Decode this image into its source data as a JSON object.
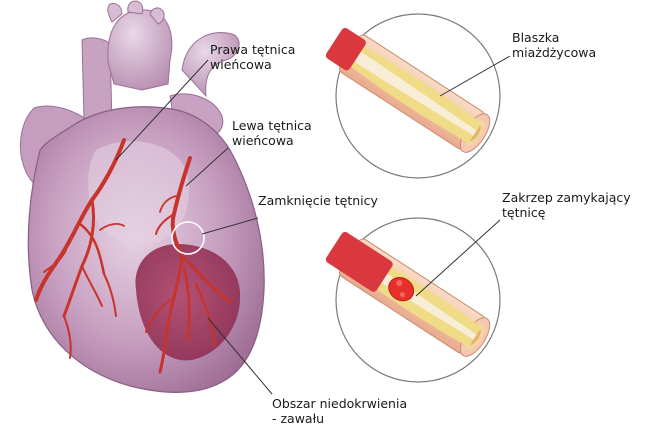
{
  "labels": {
    "right_coronary": {
      "line1": "Prawa tętnica",
      "line2": "wieńcowa"
    },
    "left_coronary": {
      "line1": "Lewa tętnica",
      "line2": "wieńcowa"
    },
    "occlusion": "Zamknięcie tętnicy",
    "plaque": {
      "line1": "Blaszka",
      "line2": "miażdżycowa"
    },
    "clot": {
      "line1": "Zakrzep zamykający",
      "line2": "tętnicę"
    },
    "ischemia": {
      "line1": "Obszar niedokrwienia",
      "line2": "- zawału"
    }
  },
  "colors": {
    "heart_body": "#c9a3c4",
    "heart_shadow": "#a9799f",
    "heart_highlight": "#e4cfe1",
    "artery": "#c8332a",
    "ischemia_zone": "#9b3a5e",
    "vessel_wall": "#f4c9ad",
    "plaque": "#f0dc86",
    "clot": "#e8302b",
    "lumen_blood": "#d9383f",
    "circle_border": "#777777"
  },
  "icons": [
    "heart-illustration",
    "artery-cross-section-plaque",
    "artery-cross-section-clot"
  ]
}
